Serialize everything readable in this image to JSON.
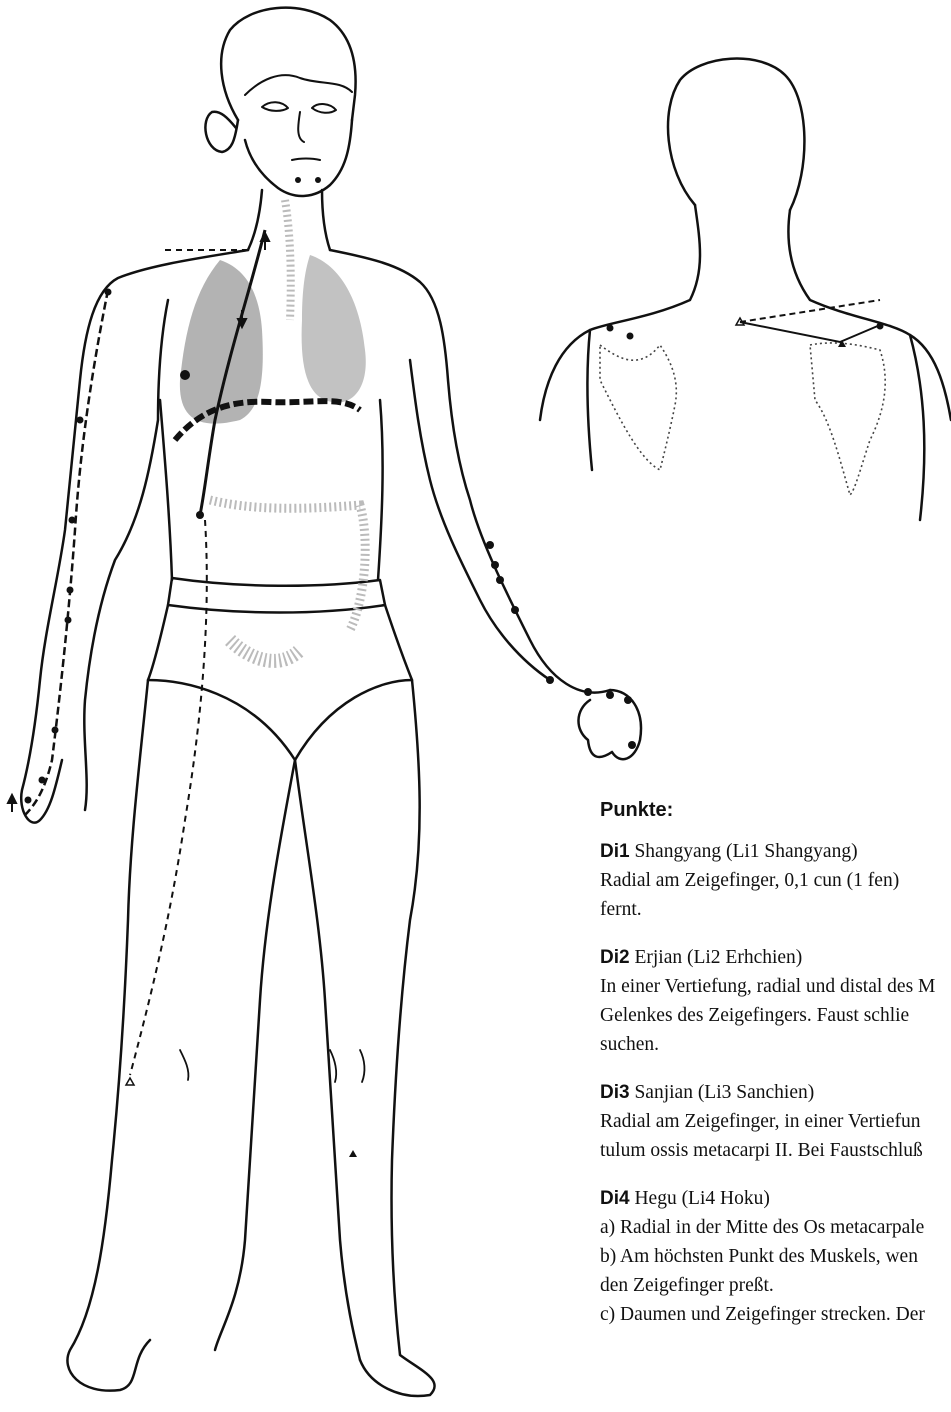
{
  "heading": "Punkte:",
  "points": [
    {
      "code": "Di1",
      "name": "Shangyang (Li1 Shangyang)",
      "lines": [
        "Radial am Zeigefinger, 0,1 cun (1 fen)",
        "fernt."
      ]
    },
    {
      "code": "Di2",
      "name": "Erjian (Li2 Erhchien)",
      "lines": [
        "In einer Vertiefung, radial und distal des M",
        "Gelenkes des Zeigefingers. Faust schlie",
        "suchen."
      ]
    },
    {
      "code": "Di3",
      "name": "Sanjian (Li3 Sanchien)",
      "lines": [
        "Radial am Zeigefinger, in einer Vertiefun",
        "tulum ossis metacarpi II. Bei Faustschluß"
      ]
    },
    {
      "code": "Di4",
      "name": "Hegu (Li4 Hoku)",
      "lines": [
        "a) Radial in der Mitte des Os metacarpale",
        "b) Am höchsten Punkt des Muskels, wen",
        "den Zeigefinger preßt.",
        "c) Daumen und Zeigefinger strecken. Der"
      ]
    }
  ]
}
